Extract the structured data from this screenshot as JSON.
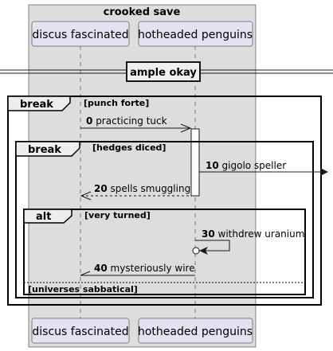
{
  "box": {
    "title": "crooked save",
    "fill": "#dddddd",
    "border": "#181818"
  },
  "participants": [
    {
      "name": "discus fascinated",
      "fill": "#e2e2f0"
    },
    {
      "name": "hotheaded penguins",
      "fill": "#e2e2f0"
    }
  ],
  "divider": {
    "label": "ample okay"
  },
  "fragments": {
    "outer_break": {
      "keyword": "break",
      "guard": "[punch forte]"
    },
    "inner_break": {
      "keyword": "break",
      "guard": "[hedges diced]"
    },
    "alt": {
      "keyword": "alt",
      "guard": "[very turned]",
      "else_guard": "[universes sabbatical]"
    }
  },
  "messages": [
    {
      "number": "0",
      "text": "practicing tuck"
    },
    {
      "number": "10",
      "text": "gigolo speller"
    },
    {
      "number": "20",
      "text": "spells smuggling"
    },
    {
      "number": "30",
      "text": "withdrew uranium"
    },
    {
      "number": "40",
      "text": "mysteriously wire"
    }
  ]
}
